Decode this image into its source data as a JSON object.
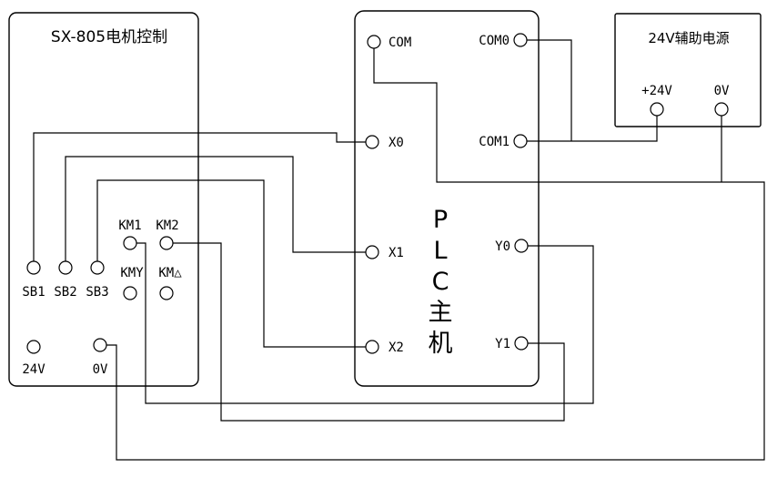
{
  "page": {
    "background": "#ffffff",
    "line_color": "#000000"
  },
  "motor_box": {
    "title": "SX-805电机控制",
    "terminals": {
      "sb1": "SB1",
      "sb2": "SB2",
      "sb3": "SB3",
      "km1": "KM1",
      "km2": "KM2",
      "kmy": "KMY",
      "kmd": "KM△",
      "v24": "24V",
      "v0": "0V"
    }
  },
  "plc_box": {
    "title": "PLC主机",
    "title_vertical": [
      "P",
      "L",
      "C",
      "主",
      "机"
    ],
    "inputs": {
      "com": "COM",
      "x0": "X0",
      "x1": "X1",
      "x2": "X2"
    },
    "outputs": {
      "com0": "COM0",
      "com1": "COM1",
      "y0": "Y0",
      "y1": "Y1"
    }
  },
  "power_box": {
    "title": "24V辅助电源",
    "terminals": {
      "p24": "+24V",
      "p0": "0V"
    }
  }
}
